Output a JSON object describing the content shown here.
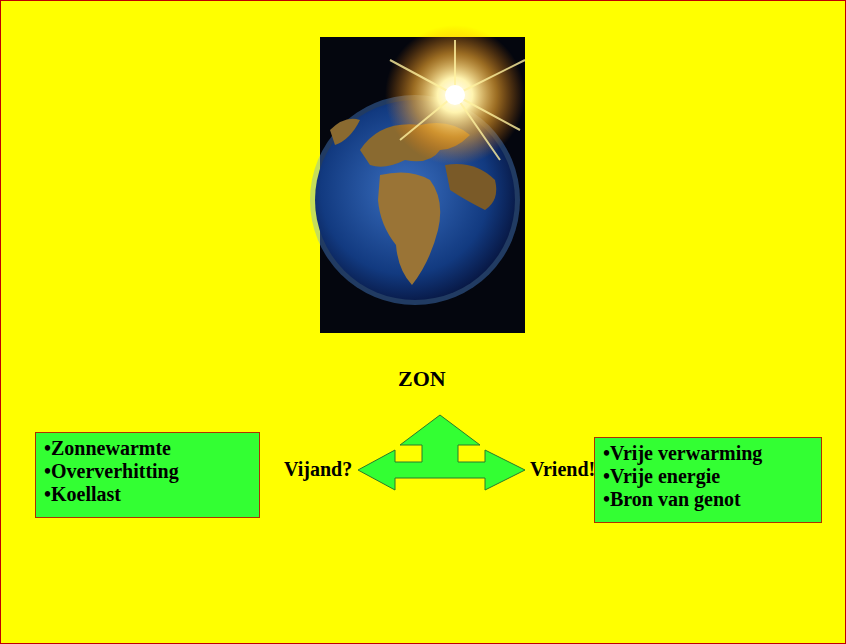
{
  "diagram": {
    "nodes": [
      {
        "text": [
          "•Zonnewarmte",
          "•Oververhitting",
          "•Koellast"
        ]
      },
      {
        "text": [
          "•Vrije verwarming",
          "•Vrije energie",
          "•Bron van genot"
        ]
      }
    ],
    "labels": [
      "ZON",
      "Vijand?",
      "Vriend!"
    ]
  }
}
